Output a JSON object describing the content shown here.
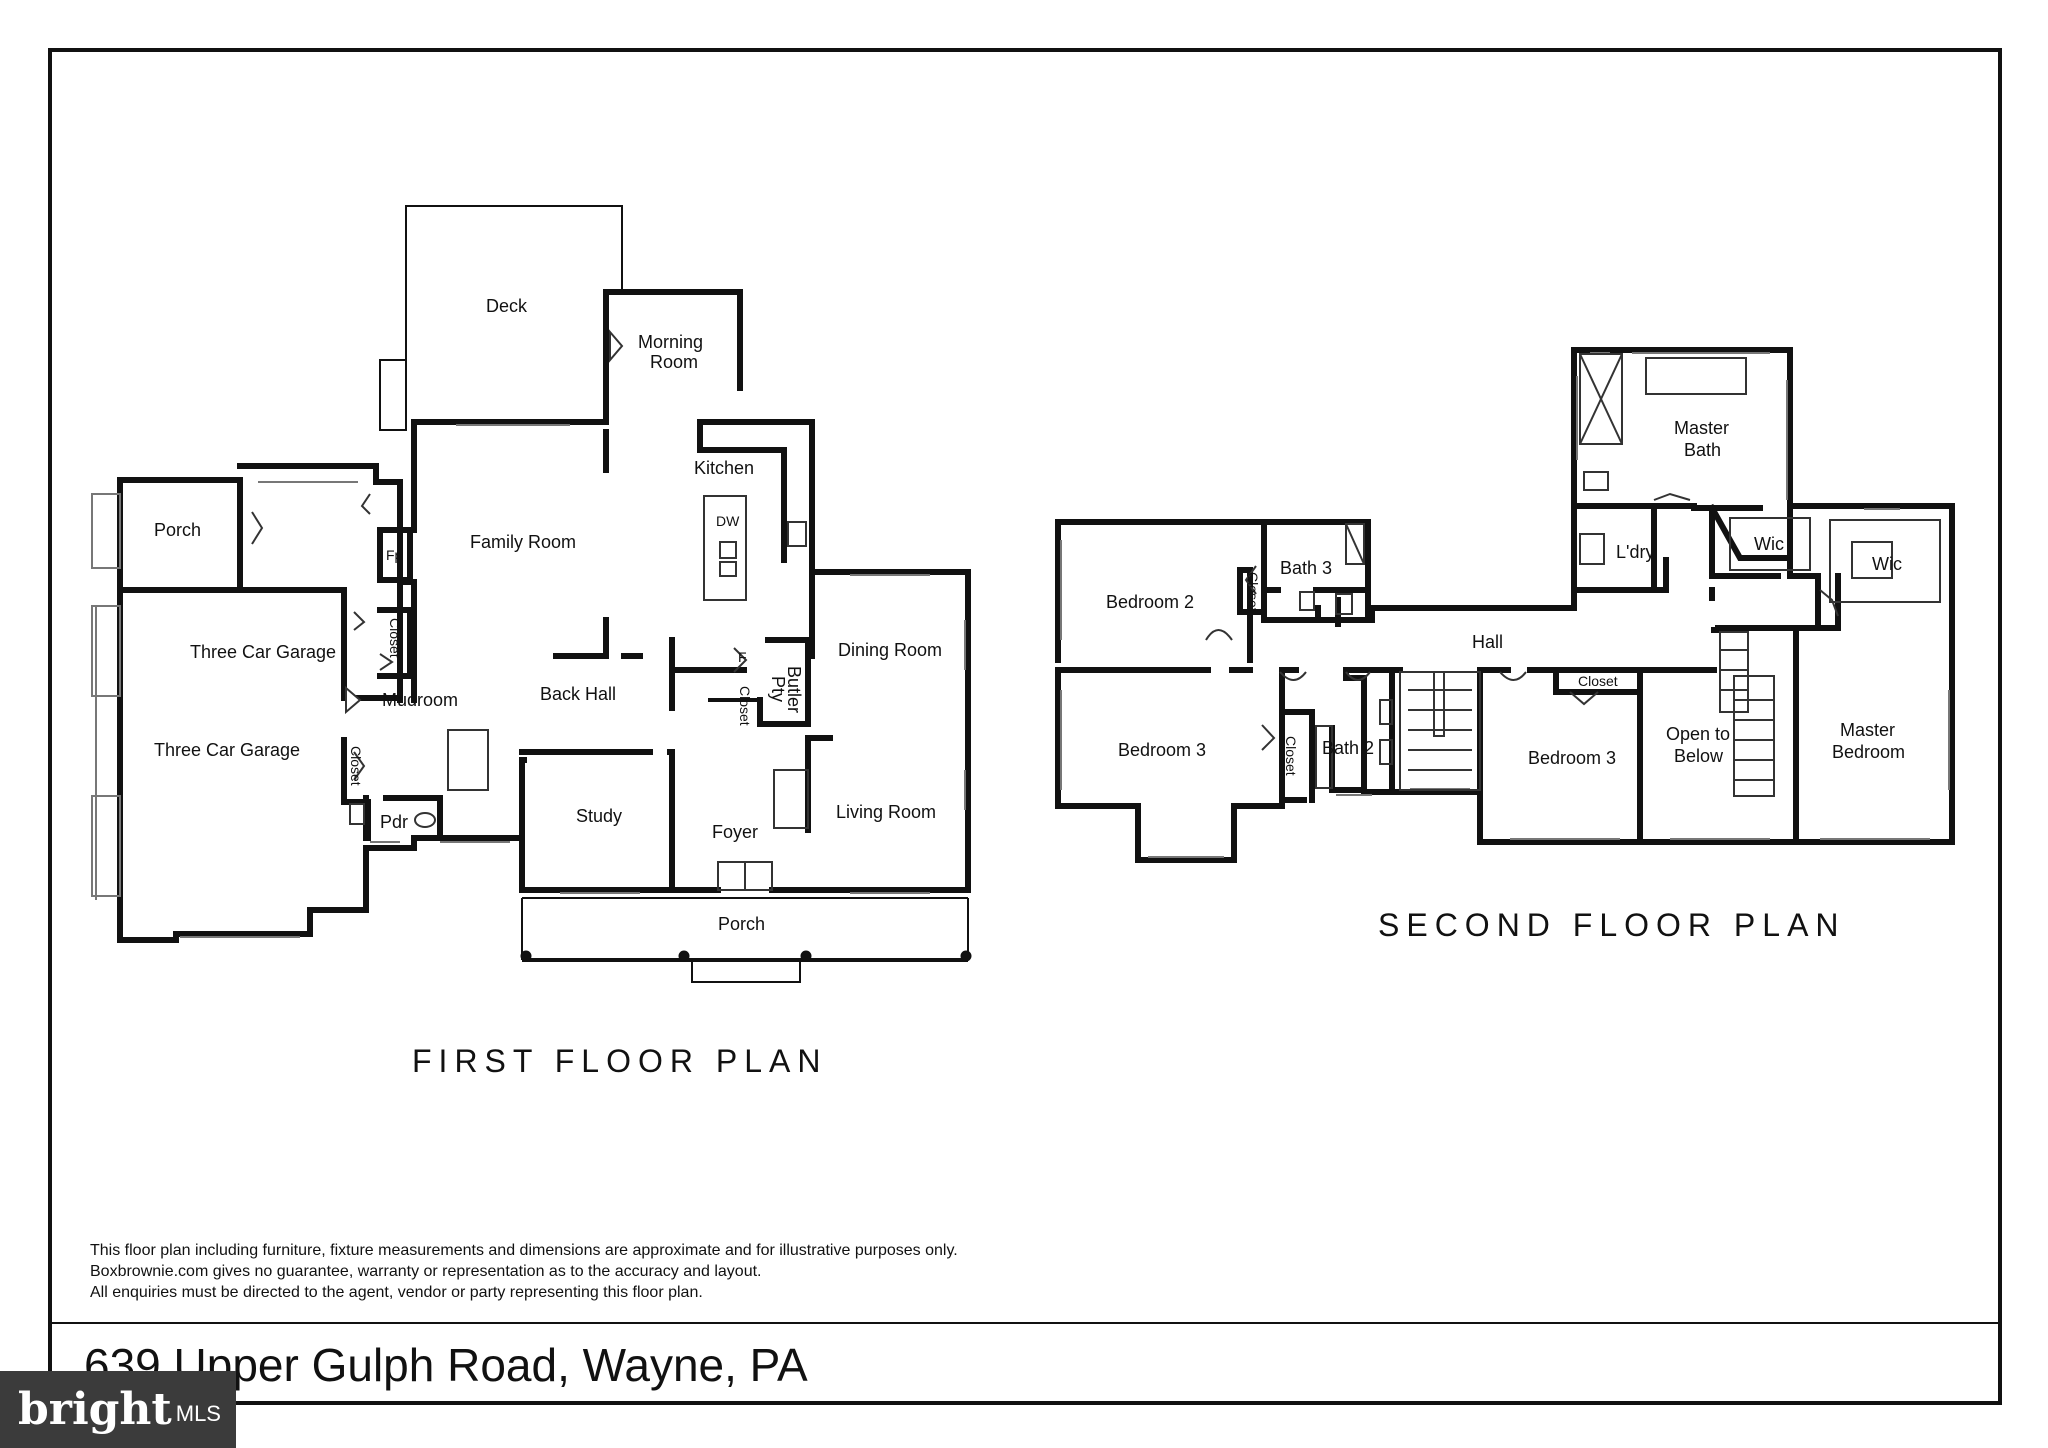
{
  "first_floor": {
    "title": "FIRST FLOOR PLAN",
    "rooms": {
      "deck": "Deck",
      "morning_room_1": "Morning",
      "morning_room_2": "Room",
      "kitchen": "Kitchen",
      "dw": "DW",
      "porch_left": "Porch",
      "family_room": "Family Room",
      "fp": "Fp",
      "closet_a": "Closet",
      "garage_1": "Three Car Garage",
      "garage_2": "Three Car Garage",
      "mudroom": "Mudroom",
      "closet_b": "Closet",
      "pdr": "Pdr",
      "back_hall": "Back Hall",
      "f": "F",
      "closet_c": "Closet",
      "butler_1": "Butler",
      "butler_2": "Pty",
      "dining_room": "Dining Room",
      "living_room": "Living Room",
      "study": "Study",
      "foyer": "Foyer",
      "porch_front": "Porch"
    }
  },
  "second_floor": {
    "title": "SECOND FLOOR PLAN",
    "rooms": {
      "master_bath_1": "Master",
      "master_bath_2": "Bath",
      "ldry": "L'dry",
      "wic_1": "Wic",
      "wic_2": "Wic",
      "bedroom_2": "Bedroom 2",
      "closet_d": "Closet",
      "bath_3": "Bath 3",
      "hall": "Hall",
      "bedroom_3a": "Bedroom 3",
      "closet_e": "Closet",
      "bath_2": "Bath 2",
      "bedroom_3b": "Bedroom 3",
      "closet_f": "Closet",
      "open_below_1": "Open to",
      "open_below_2": "Below",
      "master_bedroom_1": "Master",
      "master_bedroom_2": "Bedroom"
    }
  },
  "disclaimer": [
    "This floor plan including furniture, fixture measurements and dimensions are approximate and for illustrative purposes only.",
    "Boxbrownie.com gives no guarantee, warranty or representation as to the accuracy and layout.",
    "All enquiries must be directed to the agent, vendor or party representing this floor plan."
  ],
  "address": "639 Upper Gulph Road, Wayne, PA",
  "logo": {
    "word": "bright",
    "suffix": "MLS"
  }
}
